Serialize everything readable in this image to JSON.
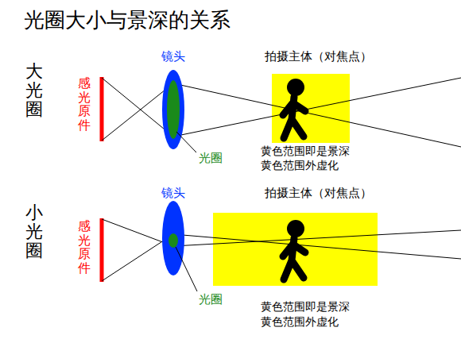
{
  "diagram": {
    "title": "光圈大小与景深的关系",
    "labels": [
      "大光圈",
      "感光原件",
      "镜头",
      "拍摄主体（对焦点）",
      "光圈",
      "黄色范围即是景深",
      "黄色范围外虚化",
      "小光圈",
      "感光原件",
      "镜头",
      "拍摄主体（对焦点）",
      "光圈",
      "黄色范围即是景深",
      "黄色范围外虚化"
    ]
  }
}
